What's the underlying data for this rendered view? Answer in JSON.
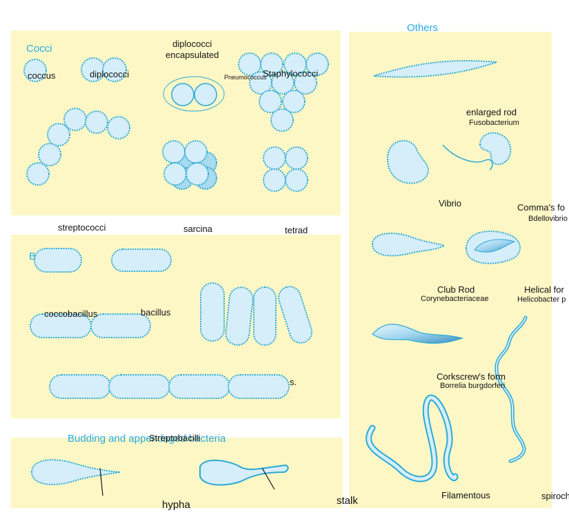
{
  "colors": {
    "panel": "#fdf7c6",
    "fill": "#d6eefa",
    "stroke": "#2aa9d6",
    "header": "#29abe2"
  },
  "sections": {
    "cocci": "Cocci",
    "bacilli": "B",
    "budding": "Budding and appendaged bacteria",
    "others": "Others"
  },
  "labels": {
    "coccus": "coccus",
    "diplococci": "diplococci",
    "diplococci_encapsulated": "diplococci\nencapsulated",
    "pneumococcus": "Pneumococcus",
    "staphylococci": "Staphylococci",
    "streptococci": "streptococci",
    "sarcina": "sarcina",
    "tetrad": "tetrad",
    "coccobacillus": "coccobacillus",
    "bacillus": "bacillus",
    "streptobacilli": "Streptobacilli",
    "s_fragment": "s.",
    "hypha": "hypha",
    "stalk": "stalk",
    "enlarged_rod": "enlarged rod",
    "fusobacterium": "Fusobacterium",
    "vibrio": "Vibrio",
    "commas_form": "Comma's fo",
    "bdellovibrio": "Bdellovibrio",
    "club_rod": "Club Rod",
    "corynebacteriaceae": "Corynebacteriaceae",
    "helical_form": "Helical for",
    "helicobacter": "Helicobacter p",
    "corkscrew_form": "Corkscrew's form",
    "borrelia": "Borrelia burgdorferi",
    "filamentous": "Filamentous",
    "spirochete": "spiroch"
  }
}
